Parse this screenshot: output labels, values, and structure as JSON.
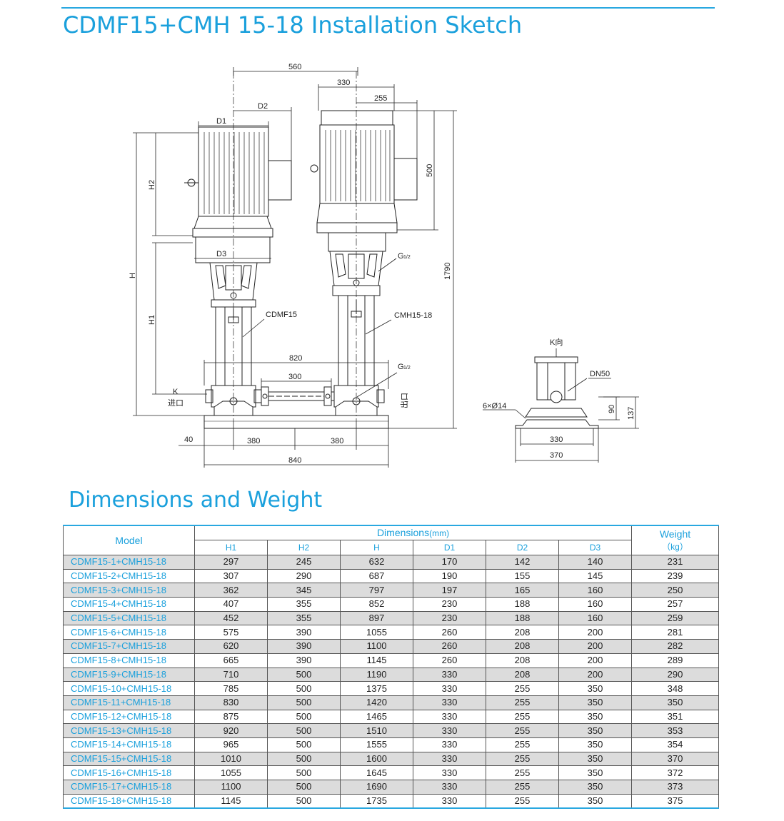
{
  "title": "CDMF15+CMH 15-18 Installation Sketch",
  "section_title": "Dimensions and Weight",
  "sketch": {
    "dims": {
      "d560": "560",
      "d330": "330",
      "d255": "255",
      "D2": "D2",
      "D1": "D1",
      "H2": "H2",
      "H": "H",
      "H1": "H1",
      "D3": "D3",
      "d500": "500",
      "d1790": "1790",
      "G1": "G",
      "G2": "G",
      "frac": "1/2",
      "CDMF15": "CDMF15",
      "CMH1518": "CMH15-18",
      "d820": "820",
      "d300": "300",
      "K": "K",
      "inlet": "进口",
      "outlet": "出口",
      "d40": "40",
      "d380a": "380",
      "d380b": "380",
      "d840": "840",
      "Kview": "K向",
      "DN50": "DN50",
      "holes": "6×Ø14",
      "d90": "90",
      "d137": "137",
      "d330b": "330",
      "d370": "370"
    }
  },
  "table": {
    "model_header": "Model",
    "dimensions_header": "Dimensions",
    "dimensions_unit": "(mm)",
    "weight_header": "Weight",
    "weight_unit": "（kg）",
    "columns": [
      "H1",
      "H2",
      "H",
      "D1",
      "D2",
      "D3"
    ],
    "rows": [
      {
        "model": "CDMF15-1+CMH15-18",
        "values": [
          "297",
          "245",
          "632",
          "170",
          "142",
          "140"
        ],
        "weight": "231"
      },
      {
        "model": "CDMF15-2+CMH15-18",
        "values": [
          "307",
          "290",
          "687",
          "190",
          "155",
          "145"
        ],
        "weight": "239"
      },
      {
        "model": "CDMF15-3+CMH15-18",
        "values": [
          "362",
          "345",
          "797",
          "197",
          "165",
          "160"
        ],
        "weight": "250"
      },
      {
        "model": "CDMF15-4+CMH15-18",
        "values": [
          "407",
          "355",
          "852",
          "230",
          "188",
          "160"
        ],
        "weight": "257"
      },
      {
        "model": "CDMF15-5+CMH15-18",
        "values": [
          "452",
          "355",
          "897",
          "230",
          "188",
          "160"
        ],
        "weight": "259"
      },
      {
        "model": "CDMF15-6+CMH15-18",
        "values": [
          "575",
          "390",
          "1055",
          "260",
          "208",
          "200"
        ],
        "weight": "281"
      },
      {
        "model": "CDMF15-7+CMH15-18",
        "values": [
          "620",
          "390",
          "1100",
          "260",
          "208",
          "200"
        ],
        "weight": "282"
      },
      {
        "model": "CDMF15-8+CMH15-18",
        "values": [
          "665",
          "390",
          "1145",
          "260",
          "208",
          "200"
        ],
        "weight": "289"
      },
      {
        "model": "CDMF15-9+CMH15-18",
        "values": [
          "710",
          "500",
          "1190",
          "330",
          "208",
          "200"
        ],
        "weight": "290"
      },
      {
        "model": "CDMF15-10+CMH15-18",
        "values": [
          "785",
          "500",
          "1375",
          "330",
          "255",
          "350"
        ],
        "weight": "348"
      },
      {
        "model": "CDMF15-11+CMH15-18",
        "values": [
          "830",
          "500",
          "1420",
          "330",
          "255",
          "350"
        ],
        "weight": "350"
      },
      {
        "model": "CDMF15-12+CMH15-18",
        "values": [
          "875",
          "500",
          "1465",
          "330",
          "255",
          "350"
        ],
        "weight": "351"
      },
      {
        "model": "CDMF15-13+CMH15-18",
        "values": [
          "920",
          "500",
          "1510",
          "330",
          "255",
          "350"
        ],
        "weight": "353"
      },
      {
        "model": "CDMF15-14+CMH15-18",
        "values": [
          "965",
          "500",
          "1555",
          "330",
          "255",
          "350"
        ],
        "weight": "354"
      },
      {
        "model": "CDMF15-15+CMH15-18",
        "values": [
          "1010",
          "500",
          "1600",
          "330",
          "255",
          "350"
        ],
        "weight": "370"
      },
      {
        "model": "CDMF15-16+CMH15-18",
        "values": [
          "1055",
          "500",
          "1645",
          "330",
          "255",
          "350"
        ],
        "weight": "372"
      },
      {
        "model": "CDMF15-17+CMH15-18",
        "values": [
          "1100",
          "500",
          "1690",
          "330",
          "255",
          "350"
        ],
        "weight": "373"
      },
      {
        "model": "CDMF15-18+CMH15-18",
        "values": [
          "1145",
          "500",
          "1735",
          "330",
          "255",
          "350"
        ],
        "weight": "375"
      }
    ]
  }
}
